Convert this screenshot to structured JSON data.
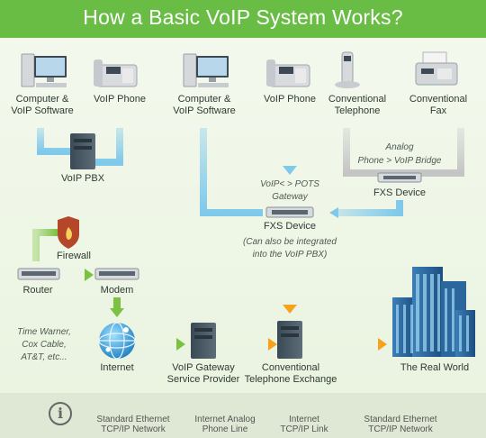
{
  "title": "How a Basic VoIP System Works?",
  "colors": {
    "header": "#69bd45",
    "ethernet_blue": "#7fc9ea",
    "analog_gray": "#c9c9c9",
    "internet_green": "#7cc242",
    "ethernet_orange": "#f6a21d"
  },
  "nodes": {
    "computer_left": "Computer &\nVoIP Software",
    "voip_phone_left": "VoIP Phone",
    "computer_mid": "Computer &\nVoIP Software",
    "voip_phone_mid": "VoIP Phone",
    "conventional_telephone": "Conventional\nTelephone",
    "conventional_fax": "Conventional\nFax",
    "voip_pbx": "VoIP PBX",
    "analog_bridge": "Analog\nPhone > VoIP Bridge",
    "fxs_device_right": "FXS Device",
    "pots_gateway": "VoIP< > POTS\nGateway",
    "fxs_device_center": "FXS Device",
    "fxs_note": "(Can also be integrated\ninto the VoIP PBX)",
    "firewall": "Firewall",
    "router": "Router",
    "modem": "Modem",
    "isp_list": "Time Warner,\nCox Cable,\nAT&T, etc...",
    "internet": "Internet",
    "voip_gateway": "VoIP Gateway\nService Provider",
    "telephone_exchange": "Conventional\nTelephone Exchange",
    "real_world": "The Real World"
  },
  "legend": [
    {
      "label": "Standard Ethernet\nTCP/IP Network",
      "color": "blue"
    },
    {
      "label": "Internet Analog\nPhone Line",
      "color": "gray"
    },
    {
      "label": "Internet\nTCP/IP Link",
      "color": "green"
    },
    {
      "label": "Standard Ethernet\nTCP/IP Network",
      "color": "orange"
    }
  ],
  "info_icon": "info-icon"
}
